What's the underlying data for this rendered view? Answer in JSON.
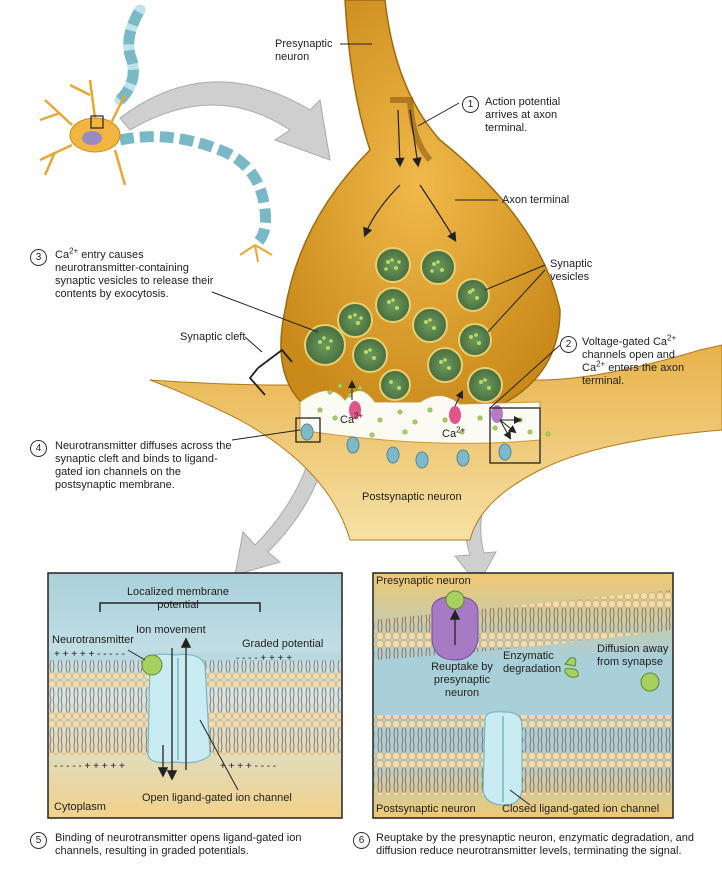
{
  "labels": {
    "presynaptic_neuron": "Presynaptic neuron",
    "axon_terminal": "Axon terminal",
    "synaptic_vesicles": "Synaptic vesicles",
    "synaptic_cleft": "Synaptic cleft",
    "postsynaptic_neuron": "Postsynaptic neuron",
    "ca_ion": "Ca",
    "ca_charge": "2+"
  },
  "steps": [
    {
      "number": "1",
      "text": "Action potential arrives at axon terminal."
    },
    {
      "number": "2",
      "text_a": "Voltage-gated Ca",
      "text_sup": "2+",
      "text_b": "channels open and Ca",
      "text_sup2": "2+",
      "text_c": "enters the axon terminal."
    },
    {
      "number": "3",
      "text_a": "Ca",
      "text_sup": "2+",
      "text_b": "entry causes neurotransmitter-containing synaptic vesicles to release their contents by exocytosis."
    },
    {
      "number": "4",
      "text": "Neurotransmitter diffuses across the synaptic cleft and binds to ligand-gated ion channels on the postsynaptic membrane."
    },
    {
      "number": "5",
      "text": "Binding of neurotransmitter opens ligand-gated ion channels, resulting in graded potentials."
    },
    {
      "number": "6",
      "text": "Reuptake by the presynaptic neuron, enzymatic degradation, and diffusion reduce neurotransmitter levels, terminating the signal."
    }
  ],
  "panel_left": {
    "localized": "Localized membrane potential",
    "neurotransmitter": "Neurotransmitter",
    "ion_movement": "Ion movement",
    "graded_potential": "Graded potential",
    "charges_top": "+ + + + + - - - - -",
    "charges_top_right": "- - - - + + + +",
    "charges_bottom": "- - - - - + + + + +",
    "charges_bottom_right": "+ + + + - - - -",
    "cytoplasm": "Cytoplasm",
    "open_channel": "Open ligand-gated ion channel"
  },
  "panel_right": {
    "presynaptic": "Presynaptic neuron",
    "reuptake": "Reuptake by presynaptic neuron",
    "enzymatic": "Enzymatic degradation",
    "diffusion": "Diffusion away from synapse",
    "postsynaptic": "Postsynaptic neuron",
    "closed_channel": "Closed ligand-gated ion channel"
  },
  "colors": {
    "cytoplasm_gold": "#e2a62a",
    "cytoplasm_light": "#f2c85a",
    "vesicle": "#5e8a52",
    "neurotransmitter": "#a6d160",
    "membrane_head": "#f0d7a8",
    "membrane_tail": "#8a5a40",
    "channel": "#bfe6ec",
    "panel_bg": "#9fc8d4"
  }
}
